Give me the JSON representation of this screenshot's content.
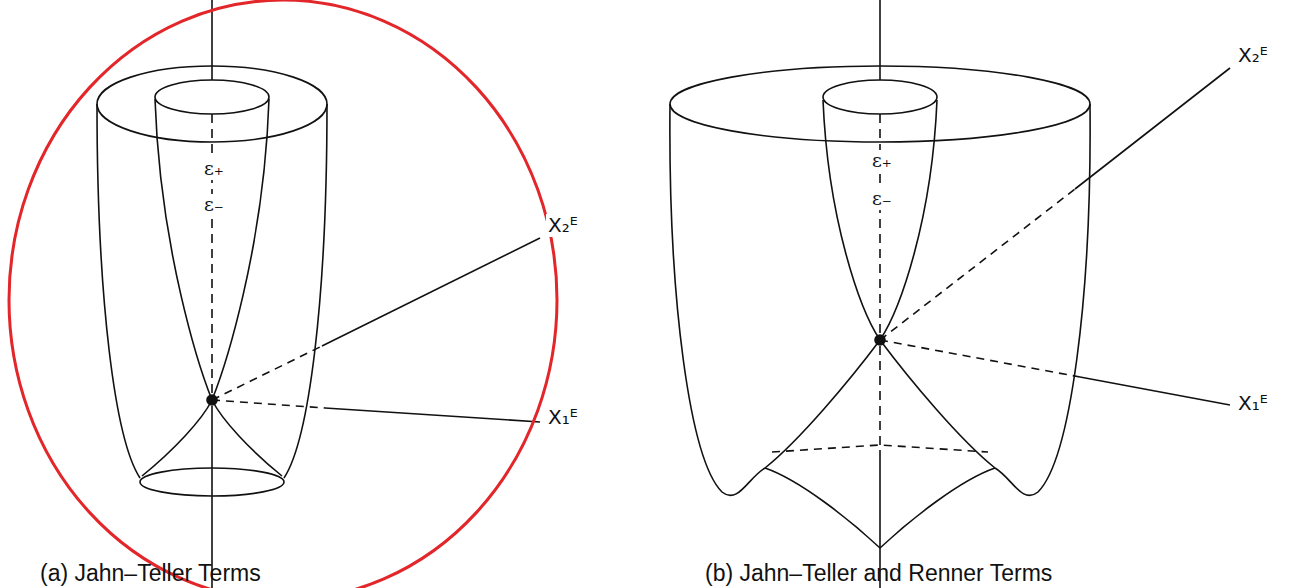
{
  "diagram": {
    "labels": [
      "ε₊",
      "ε₋",
      "X₂ᴱ",
      "X₁ᴱ",
      "(a) Jahn–Teller Terms",
      "ε₊",
      "ε₋",
      "X₂ᴱ",
      "X₁ᴱ",
      "(b) Jahn–Teller and Renner Terms"
    ]
  }
}
